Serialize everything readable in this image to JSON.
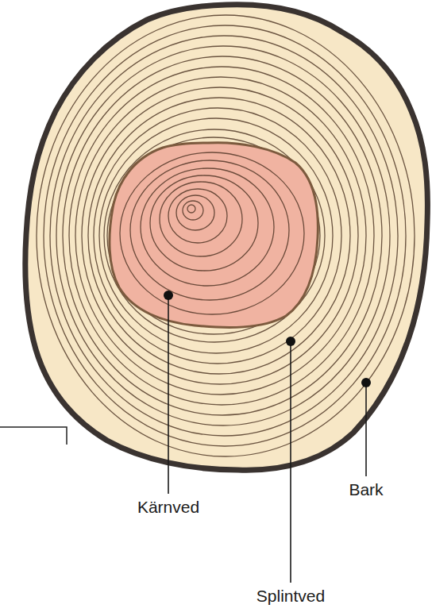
{
  "diagram": {
    "labels": [
      "Kärnved",
      "Bark",
      "Splintved"
    ]
  }
}
